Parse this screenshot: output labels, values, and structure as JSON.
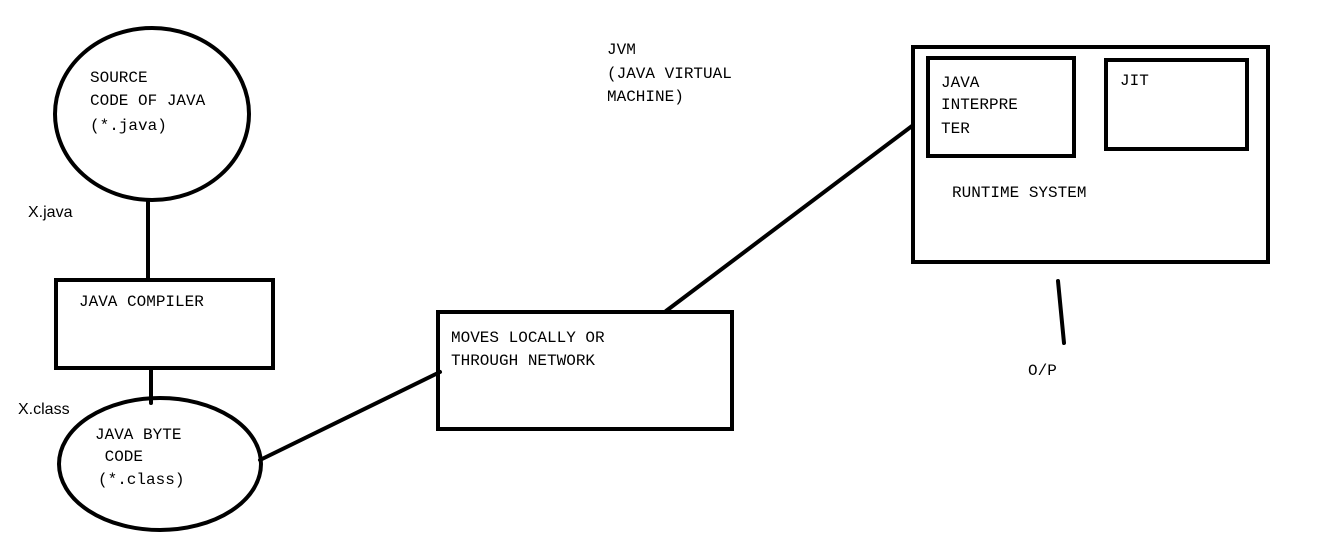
{
  "nodes": {
    "source_code": {
      "lines": [
        "SOURCE",
        "CODE OF JAVA",
        "(*.java)"
      ]
    },
    "java_compiler": {
      "label": "JAVA COMPILER"
    },
    "byte_code": {
      "lines": [
        "JAVA BYTE",
        " CODE",
        "(*.class)"
      ]
    },
    "network": {
      "lines": [
        "MOVES LOCALLY OR",
        "THROUGH NETWORK"
      ]
    },
    "jvm": {
      "lines": [
        "JVM",
        "(JAVA VIRTUAL",
        "MACHINE)"
      ]
    },
    "interpreter": {
      "lines": [
        "JAVA",
        "INTERPRE",
        "TER"
      ]
    },
    "jit": {
      "label": "JIT"
    },
    "runtime": {
      "label": "RUNTIME SYSTEM"
    },
    "output": {
      "label": "O/P"
    }
  },
  "edge_labels": {
    "source_to_compiler": "X.java",
    "compiler_to_bytecode": "X.class"
  }
}
